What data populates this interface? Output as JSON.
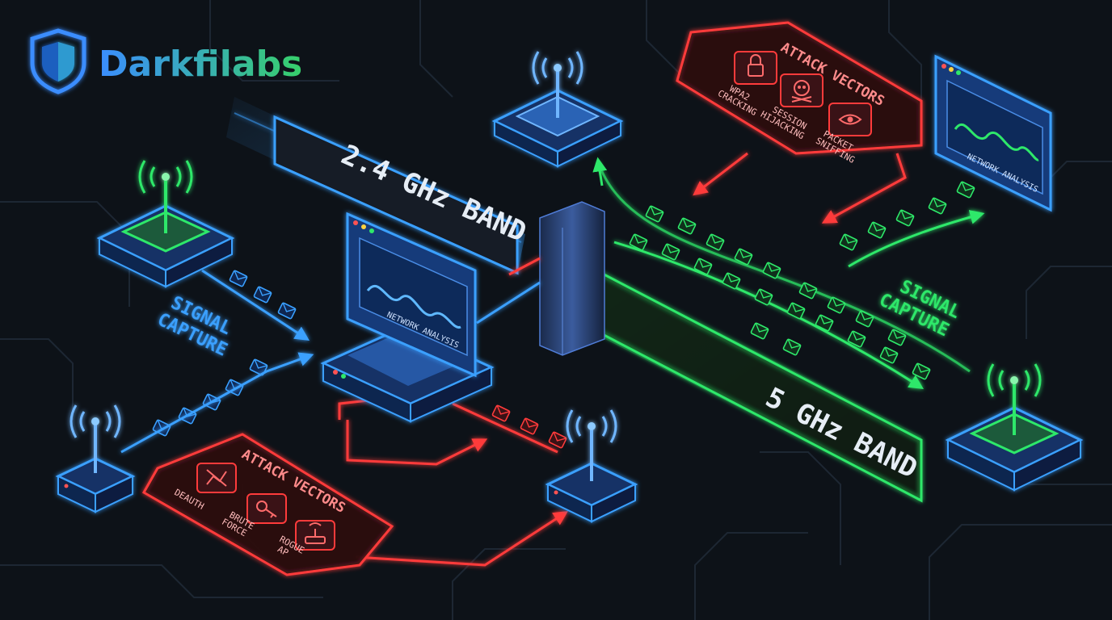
{
  "brand": {
    "name": "Darkfilabs",
    "logo_icon": "shield-icon"
  },
  "bands": {
    "band_24": "2.4 GHz BAND",
    "band_5": "5 GHz BAND"
  },
  "signal_capture": {
    "left": {
      "line1": "SIGNAL",
      "line2": "CAPTURE"
    },
    "right": {
      "line1": "SIGNAL",
      "line2": "CAPTURE"
    }
  },
  "network_analysis": {
    "center": "NETWORK ANALYSIS",
    "top_right": "NETWORK ANALYSIS"
  },
  "attack_vectors_top": {
    "title": "ATTACK VECTORS",
    "items": [
      {
        "label_l1": "WPA2",
        "label_l2": "CRACKING",
        "icon": "lock-icon"
      },
      {
        "label_l1": "SESSION",
        "label_l2": "HIJACKING",
        "icon": "skull-icon"
      },
      {
        "label_l1": "PACKET",
        "label_l2": "SNIFFING",
        "icon": "eye-icon"
      }
    ]
  },
  "attack_vectors_bottom": {
    "title": "ATTACK VECTORS",
    "items": [
      {
        "label_l1": "DEAUTH",
        "label_l2": "",
        "icon": "deauth-icon"
      },
      {
        "label_l1": "BRUTE",
        "label_l2": "FORCE",
        "icon": "key-icon"
      },
      {
        "label_l1": "ROGUE",
        "label_l2": "AP",
        "icon": "router-icon"
      }
    ]
  },
  "colors": {
    "background": "#0d1218",
    "blue": "#3aa0ff",
    "green": "#2ee86a",
    "red": "#ff3b3b",
    "white": "#e6edf5"
  }
}
